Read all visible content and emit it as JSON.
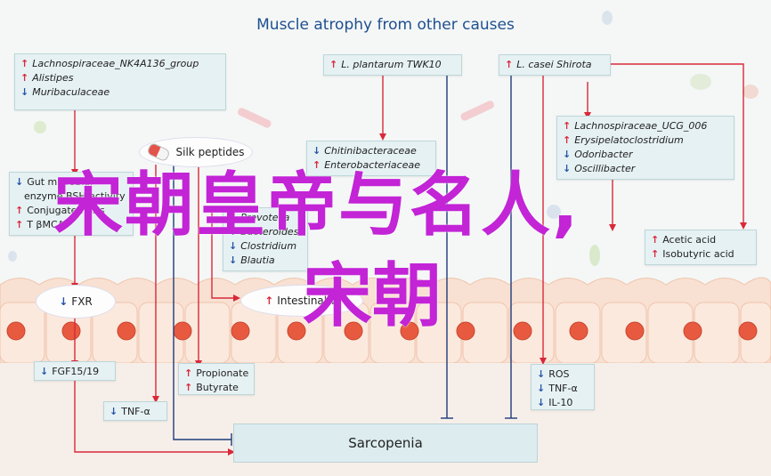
{
  "title": "Muscle atrophy from other causes",
  "boxes": {
    "lachno": [
      {
        "dir": "up",
        "text": "Lachnospiraceae_NK4A136_group",
        "italic": true
      },
      {
        "dir": "up",
        "text": "Alistipes",
        "italic": true
      },
      {
        "dir": "down",
        "text": "Muribaculaceae",
        "italic": true
      }
    ],
    "plantarum": [
      {
        "dir": "up",
        "text": "L. plantarum TWK10",
        "italic": true
      }
    ],
    "casei": [
      {
        "dir": "up",
        "text": "L. casei Shirota",
        "italic": true
      }
    ],
    "ucg": [
      {
        "dir": "up",
        "text": "Lachnospiraceae_UCG_006",
        "italic": true
      },
      {
        "dir": "up",
        "text": "Erysipelatoclostridium",
        "italic": true
      },
      {
        "dir": "down",
        "text": "Odoribacter",
        "italic": true
      },
      {
        "dir": "down",
        "text": "Oscillibacter",
        "italic": true
      }
    ],
    "chitin": [
      {
        "dir": "down",
        "text": "Chitinibacteraceae",
        "italic": true
      },
      {
        "dir": "up",
        "text": "Enterobacteriaceae",
        "italic": true
      }
    ],
    "gut": [
      {
        "dir": "down",
        "text": "Gut microbial",
        "italic": false
      },
      {
        "dir": "none",
        "text": "enzyme BSH activity",
        "italic": false
      },
      {
        "dir": "up",
        "text": "Conjugated BAs",
        "italic": false
      },
      {
        "dir": "up",
        "text": "T βMCA",
        "italic": false
      }
    ],
    "bact": [
      {
        "dir": "down",
        "text": "Prevotella",
        "italic": true
      },
      {
        "dir": "down",
        "text": "Bacteroides",
        "italic": true
      },
      {
        "dir": "down",
        "text": "Clostridium",
        "italic": true
      },
      {
        "dir": "down",
        "text": "Blautia",
        "italic": true
      }
    ],
    "acetic": [
      {
        "dir": "up",
        "text": "Acetic acid",
        "italic": false
      },
      {
        "dir": "up",
        "text": "Isobutyric acid",
        "italic": false
      }
    ],
    "fgf": [
      {
        "dir": "down",
        "text": "FGF15/19",
        "italic": false
      }
    ],
    "tnf1": [
      {
        "dir": "down",
        "text": "TNF-α",
        "italic": false
      }
    ],
    "prop": [
      {
        "dir": "up",
        "text": "Propionate",
        "italic": false
      },
      {
        "dir": "up",
        "text": "Butyrate",
        "italic": false
      }
    ],
    "ros": [
      {
        "dir": "down",
        "text": "ROS",
        "italic": false
      },
      {
        "dir": "down",
        "text": "TNF-α",
        "italic": false
      },
      {
        "dir": "down",
        "text": "IL-10",
        "italic": false
      }
    ]
  },
  "ovals": {
    "silk": "Silk peptides",
    "fxr": "FXR",
    "intestinal": "Intestinal w"
  },
  "fxr_arrow": "down",
  "intestinal_arrow": "up",
  "sarcopenia": "Sarcopenia",
  "overlay": {
    "line1": "宋朝皇帝与名人,",
    "line2": "宋朝"
  },
  "colors": {
    "red": "#d9283a",
    "blue": "#2453a6",
    "navy": "#1f3b7a",
    "cell": "#fbe3d4",
    "nucleus": "#e85a40"
  }
}
